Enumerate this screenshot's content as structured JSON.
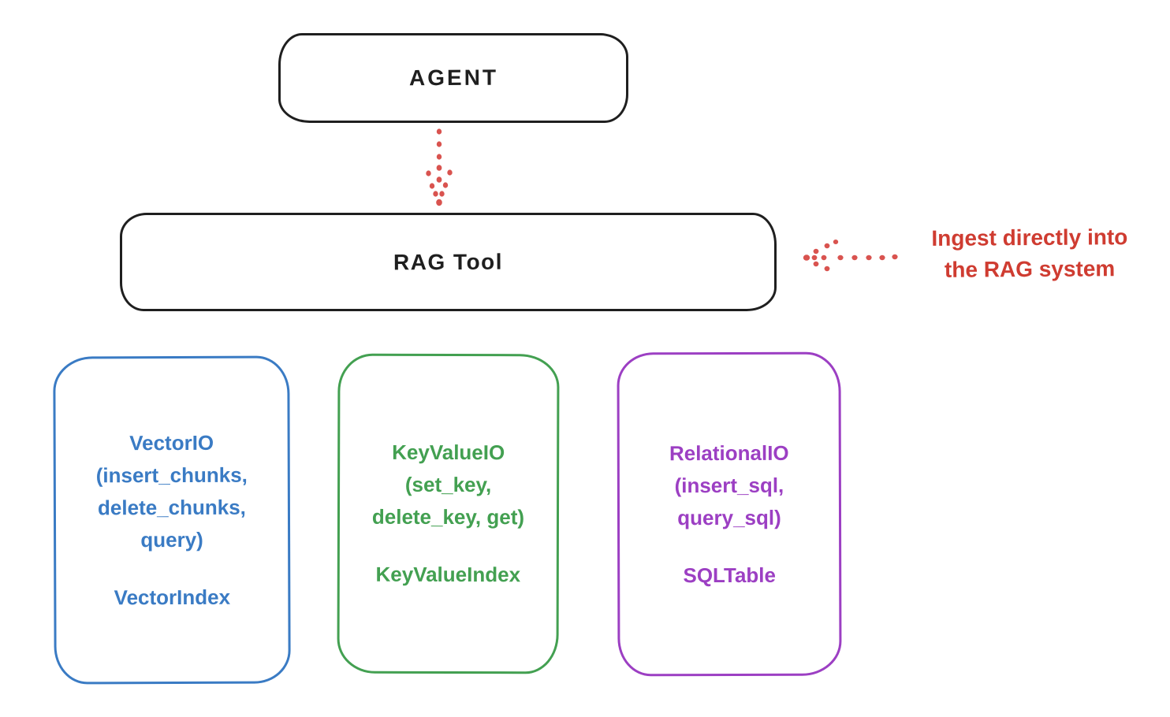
{
  "diagram": {
    "agent_box": {
      "label": "AGENT"
    },
    "rag_box": {
      "label": "RAG Tool"
    },
    "annotation": {
      "text": "Ingest directly into\nthe RAG system",
      "color": "#cf3c31"
    },
    "arrows": [
      {
        "id": "agent-to-ragtool",
        "style": "dotted",
        "direction": "down",
        "color": "#d9534f"
      },
      {
        "id": "annotation-to-ragtool",
        "style": "dotted",
        "direction": "left",
        "color": "#d9534f"
      }
    ],
    "io_boxes": [
      {
        "name": "VectorIO",
        "methods": "(insert_chunks,\ndelete_chunks,\nquery)",
        "index": "VectorIndex",
        "color": "#3a7bc4"
      },
      {
        "name": "KeyValueIO",
        "methods": "(set_key,\ndelete_key, get)",
        "index": "KeyValueIndex",
        "color": "#43a051"
      },
      {
        "name": "RelationalIO",
        "methods": "(insert_sql,\nquery_sql)",
        "index": "SQLTable",
        "color": "#9c3fc3"
      }
    ],
    "colors": {
      "stroke": "#1f1f1f",
      "background": "#ffffff",
      "red": "#d9534f",
      "blue": "#3a7bc4",
      "green": "#43a051",
      "purple": "#9c3fc3"
    }
  }
}
